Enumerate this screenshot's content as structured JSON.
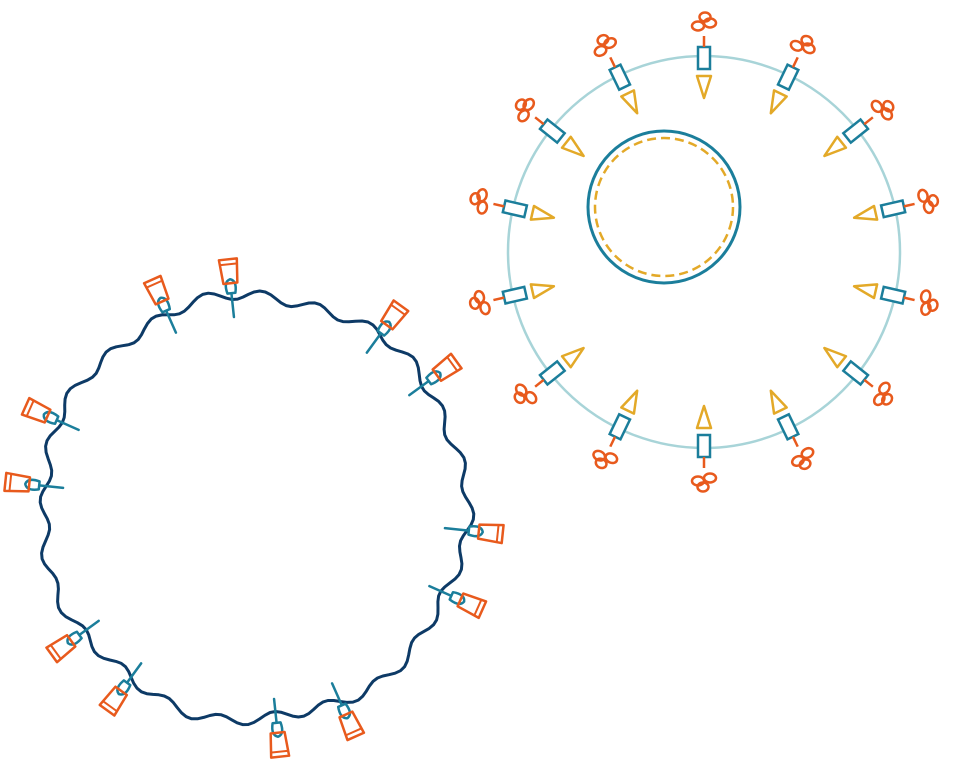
{
  "colors": {
    "background": "#ffffff",
    "membrane_wavy": "#0d3a66",
    "membrane_light": "#a8d4d8",
    "inner_core": "#1b7e9b",
    "inner_dashed": "#e3a928",
    "receptor_orange": "#e85a1d",
    "receptor_teal": "#1b7e9b",
    "triangle_yellow": "#e3a928"
  },
  "left_structure": {
    "name": "wavy-membrane-vesicle",
    "receptor_count": 12
  },
  "right_structure": {
    "name": "light-membrane-particle",
    "antenna_count": 14
  }
}
